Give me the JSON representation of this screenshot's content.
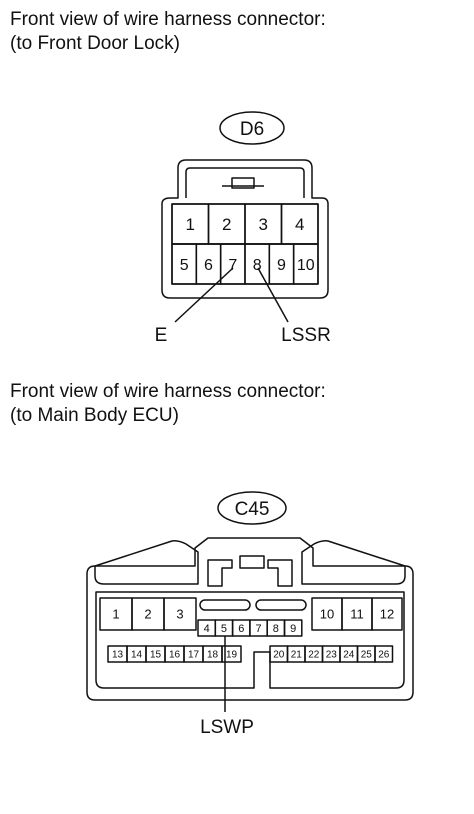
{
  "connector1": {
    "caption_line1": "Front view of wire harness connector:",
    "caption_line2": "(to Front Door Lock)",
    "code": "D6",
    "pins_top": [
      "1",
      "2",
      "3",
      "4"
    ],
    "pins_bottom": [
      "5",
      "6",
      "7",
      "8",
      "9",
      "10"
    ],
    "labels": [
      {
        "text": "E",
        "pin": "7"
      },
      {
        "text": "LSSR",
        "pin": "8"
      }
    ]
  },
  "connector2": {
    "caption_line1": "Front view of wire harness connector:",
    "caption_line2": "(to Main Body ECU)",
    "code": "C45",
    "pins_left_large": [
      "1",
      "2",
      "3"
    ],
    "pins_right_large": [
      "10",
      "11",
      "12"
    ],
    "pins_middle_small": [
      "4",
      "5",
      "6",
      "7",
      "8",
      "9"
    ],
    "pins_bottom_left": [
      "13",
      "14",
      "15",
      "16",
      "17",
      "18",
      "19"
    ],
    "pins_bottom_right": [
      "20",
      "21",
      "22",
      "23",
      "24",
      "25",
      "26"
    ],
    "labels": [
      {
        "text": "LSWP",
        "pin": "5"
      }
    ]
  }
}
